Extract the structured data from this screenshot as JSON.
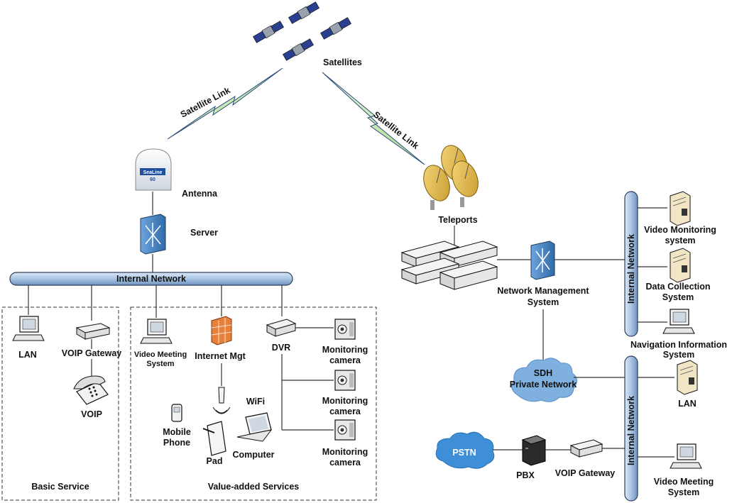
{
  "labels": {
    "satellites": "Satellites",
    "link_left": "Satellite Link",
    "link_right": "Satellite Link",
    "antenna": "Antenna",
    "antenna_brand": "SeaLine",
    "antenna_model": "60",
    "server": "Server",
    "teleports": "Teleports",
    "internal_network_h": "Internal Network",
    "internal_network_v1": "Internal Network",
    "internal_network_v2": "Internal Network",
    "nms_line1": "Network Management",
    "nms_line2": "System",
    "sdh_line1": "SDH",
    "sdh_line2": "Private Network",
    "pstn": "PSTN",
    "pbx": "PBX",
    "voip_gateway_right": "VOIP Gateway",
    "lan_left": "LAN",
    "voip_gateway_left": "VOIP Gateway",
    "voip": "VOIP",
    "basic_service": "Basic Service",
    "video_meeting_left_1": "Video Meeting",
    "video_meeting_left_2": "System",
    "internet_mgt": "Internet Mgt",
    "dvr": "DVR",
    "wifi": "WiFi",
    "mobile_1": "Mobile",
    "mobile_2": "Phone",
    "pad": "Pad",
    "computer": "Computer",
    "cam1_1": "Monitoring",
    "cam1_2": "camera",
    "cam2_1": "Monitoring",
    "cam2_2": "camera",
    "cam3_1": "Monitoring",
    "cam3_2": "camera",
    "value_added": "Value-added Services",
    "vms_1": "Video Monitoring",
    "vms_2": "system",
    "dcs_1": "Data Collection",
    "dcs_2": "System",
    "nis_1": "Navigation Information",
    "nis_2": "System",
    "lan_right": "LAN",
    "video_meeting_right_1": "Video Meeting",
    "video_meeting_right_2": "System"
  },
  "colors": {
    "bus": "#a9c4e4",
    "bus_stroke": "#2c3e57",
    "cloud": "#7fb0e0",
    "link": "#c9e6b4",
    "switch": "#4a86c5",
    "firewall": "#e8803a"
  }
}
